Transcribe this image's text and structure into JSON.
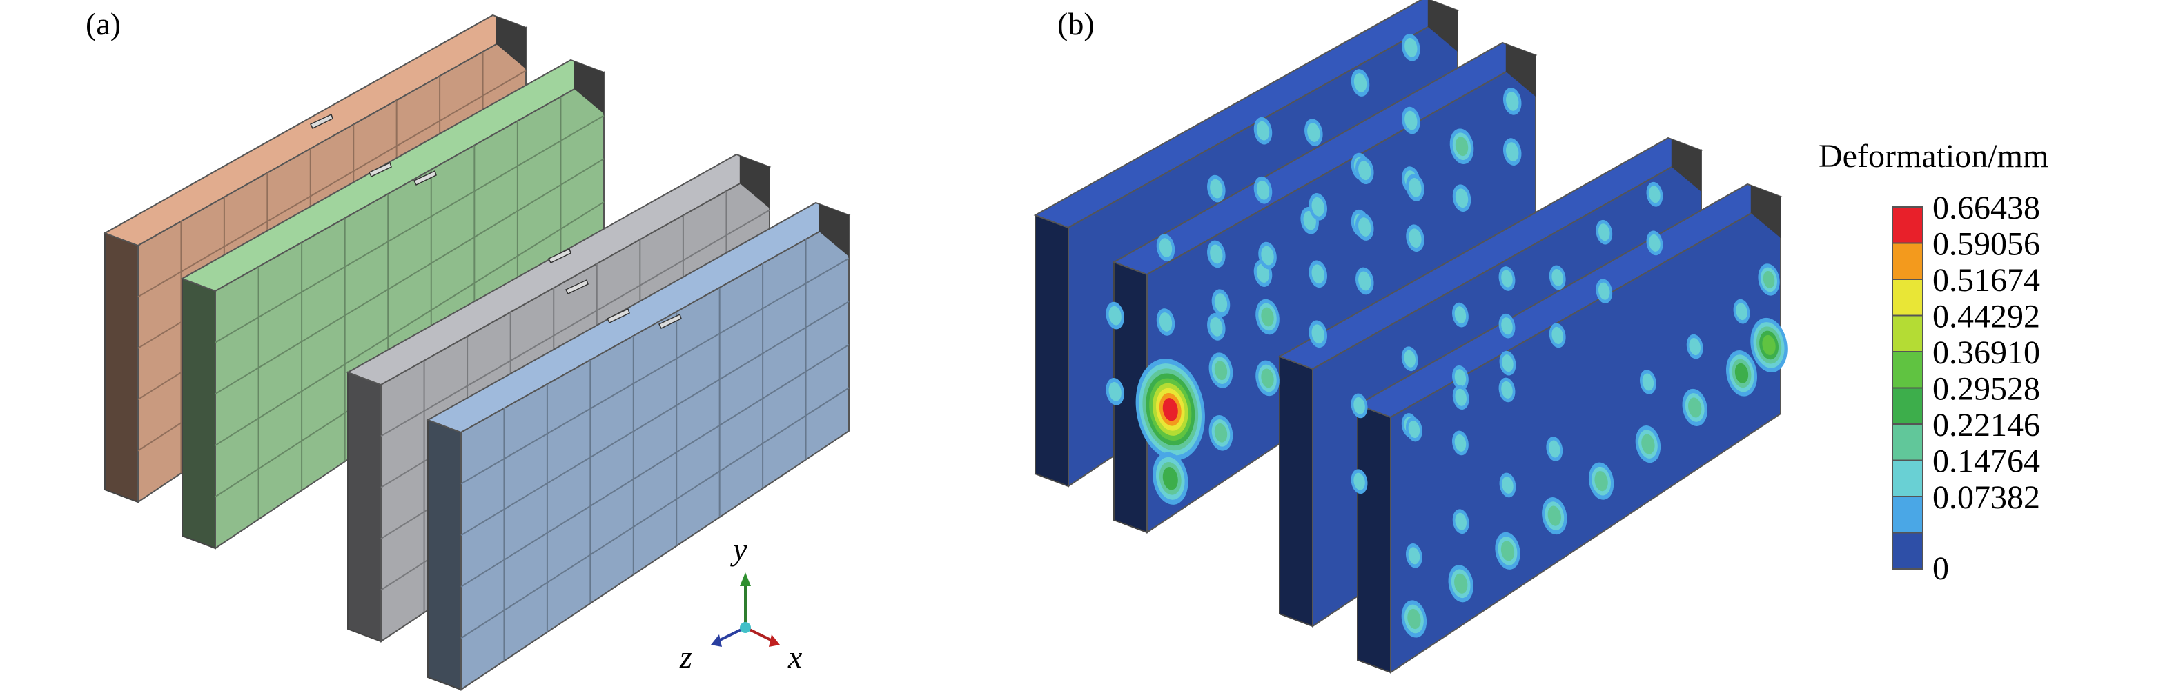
{
  "panels": {
    "a": {
      "label": "(a)"
    },
    "b": {
      "label": "(b)"
    }
  },
  "triad": {
    "y": "y",
    "z": "z",
    "x": "x"
  },
  "legend": {
    "title": "Deformation/mm",
    "levels": [
      {
        "value": "0.66438",
        "color": "#e8202a"
      },
      {
        "value": "0.59056",
        "color": "#f39a1d"
      },
      {
        "value": "0.51674",
        "color": "#e9e636"
      },
      {
        "value": "0.44292",
        "color": "#b4dc34"
      },
      {
        "value": "0.36910",
        "color": "#60c341"
      },
      {
        "value": "0.29528",
        "color": "#3dae4b"
      },
      {
        "value": "0.22146",
        "color": "#61c79a"
      },
      {
        "value": "0.14764",
        "color": "#69d0d4"
      },
      {
        "value": "0.07382",
        "color": "#4aa7e6"
      },
      {
        "value": "0",
        "color": "#2e4fa7"
      }
    ]
  },
  "colors": {
    "wall1": "#c99a7f",
    "wall2": "#8fbd8c",
    "wall3": "#a8a9ad",
    "wall4": "#8ea6c4",
    "contour_base": "#2e4fa7",
    "edge": "#6a6a6a"
  }
}
